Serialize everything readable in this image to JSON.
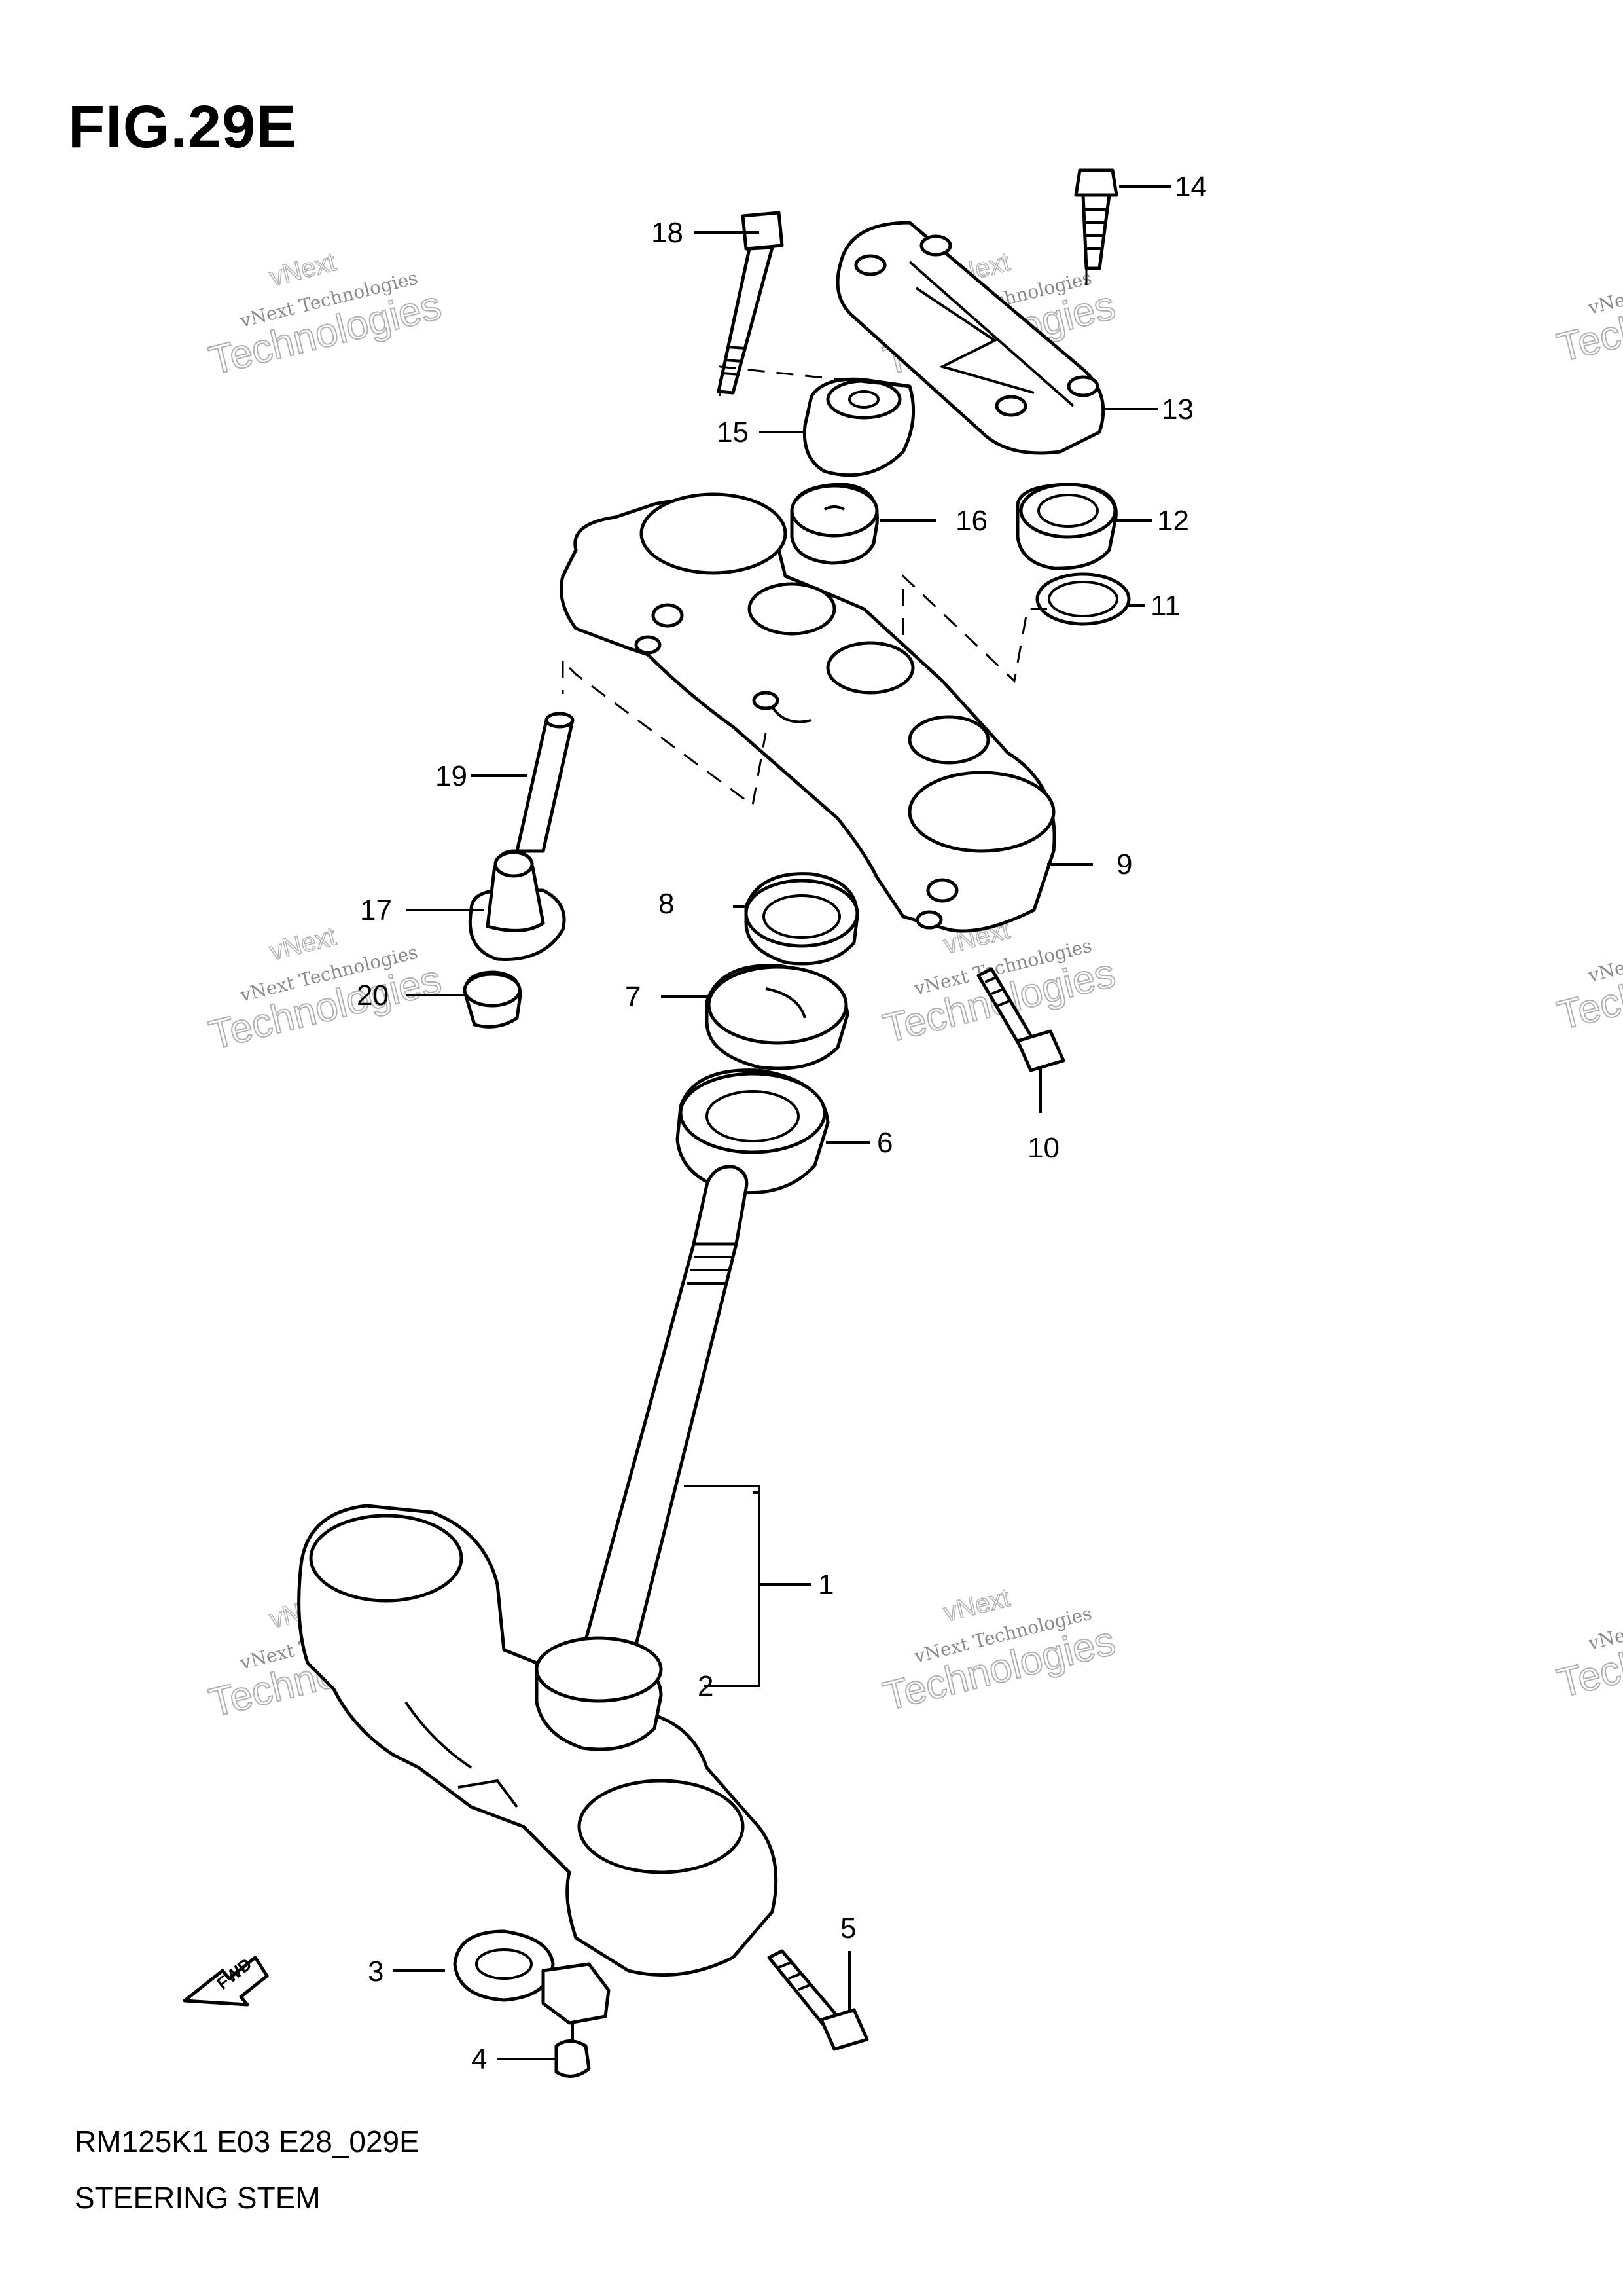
{
  "figure": {
    "title": "FIG.29E",
    "model_code": "RM125K1 E03 E28_029E",
    "name": "STEERING STEM",
    "fwd_label": "FWD"
  },
  "watermark": {
    "line1": "vNext Technologies",
    "line2": "Technologies",
    "line3": "vNext"
  },
  "callouts": [
    "1",
    "2",
    "3",
    "4",
    "5",
    "6",
    "7",
    "8",
    "9",
    "10",
    "11",
    "12",
    "13",
    "14",
    "15",
    "16",
    "17",
    "18",
    "19",
    "20"
  ]
}
